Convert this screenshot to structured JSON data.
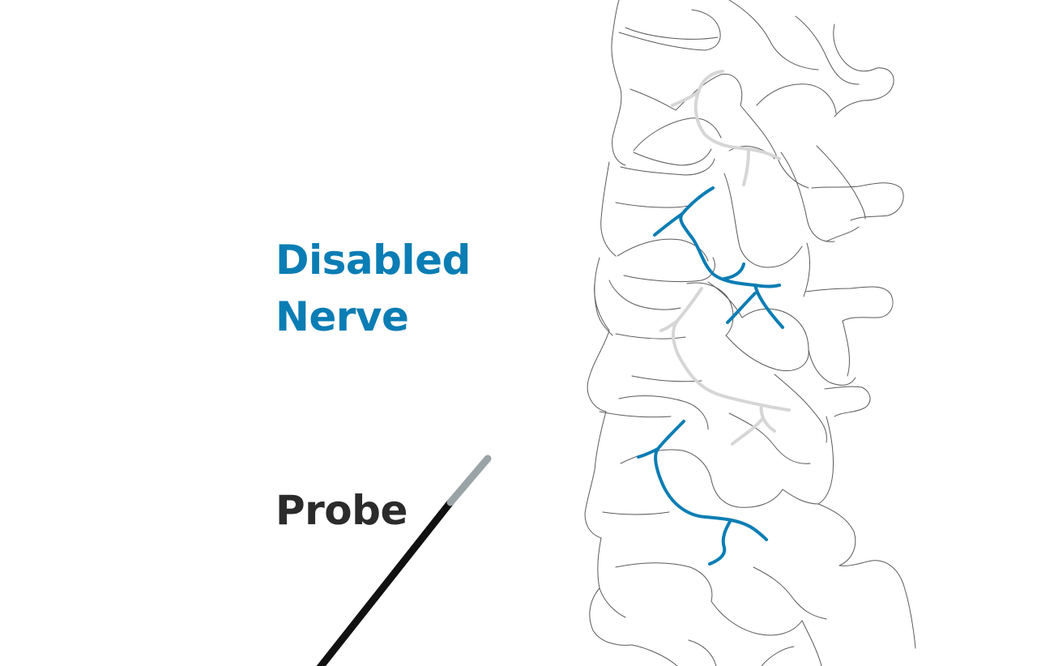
{
  "labels": {
    "disabled_line1": "Disabled",
    "disabled_line2": "Nerve",
    "probe": "Probe"
  },
  "colors": {
    "disabled_nerve": "#0a7db4",
    "inactive_nerve": "#d6d6d6",
    "probe_shaft": "#111111",
    "probe_tip": "#9aa3a6",
    "spine_outline": "#5a5a5a",
    "probe_label": "#2b2b2b"
  }
}
